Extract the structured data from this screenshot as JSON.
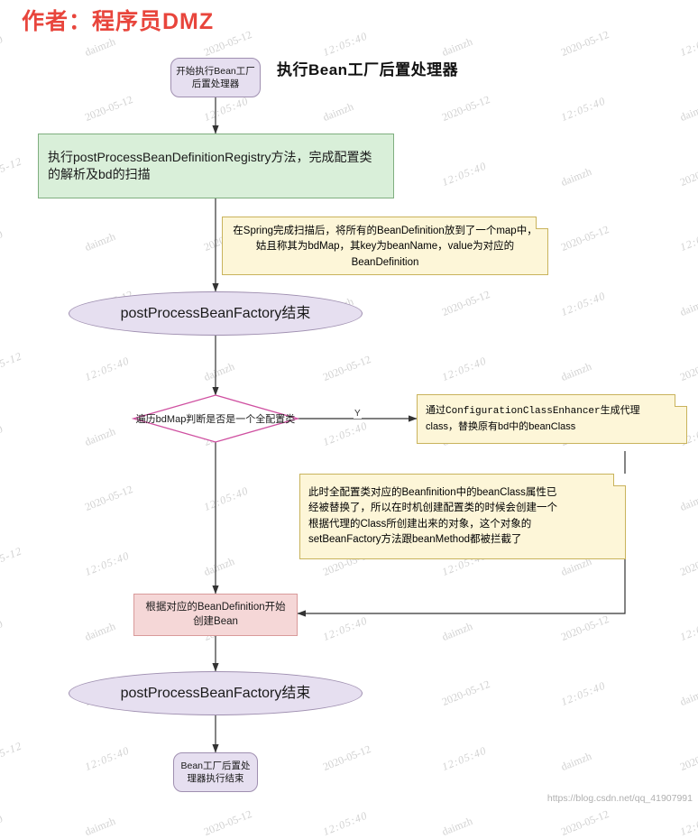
{
  "author": "作者：程序员DMZ",
  "title": "执行Bean工厂后置处理器",
  "footer": "https://blog.csdn.net/qq_41907991",
  "colors": {
    "author": "#e8453c",
    "green_fill": "#d9efd9",
    "green_stroke": "#7fae7f",
    "purple_fill": "#e6dff0",
    "purple_stroke": "#9f8fb0",
    "pink_fill": "#f5d7d7",
    "pink_stroke": "#d99a9a",
    "note_fill": "#fdf6d8",
    "note_stroke": "#c9b35c"
  },
  "nodes": {
    "start": "开始执行Bean工厂后置处理器",
    "green_box": "执行postProcessBeanDefinitionRegistry方法，完成配置类的解析及bd的扫描",
    "note1": "在Spring完成扫描后，将所有的BeanDefinition放到了一个map中，姑且称其为bdMap，其key为beanName，value为对应的BeanDefinition",
    "ellipse1": "postProcessBeanFactory结束",
    "decision": "遍历bdMap判断是否是一个全配置类",
    "decision_yes_label": "Y",
    "enhancer_box_line1": "通过ConfigurationClassEnhancer生成代理",
    "enhancer_box_line2": "class，替换原有bd中的beanClass",
    "note2_line1": "此时全配置类对应的Beanfinition中的beanClass属性已",
    "note2_line2": "经被替换了，所以在时机创建配置类的时候会创建一个",
    "note2_line3": "根据代理的Class所创建出来的对象，这个对象的",
    "note2_line4": "setBeanFactory方法跟beanMethod都被拦截了",
    "pink_box": "根据对应的BeanDefinition开始创建Bean",
    "ellipse2": "postProcessBeanFactory结束",
    "end": "Bean工厂后置处理器执行结束"
  },
  "watermarks": {
    "date": "2020-05-12",
    "time": "12:05:40",
    "name": "daimzh"
  }
}
